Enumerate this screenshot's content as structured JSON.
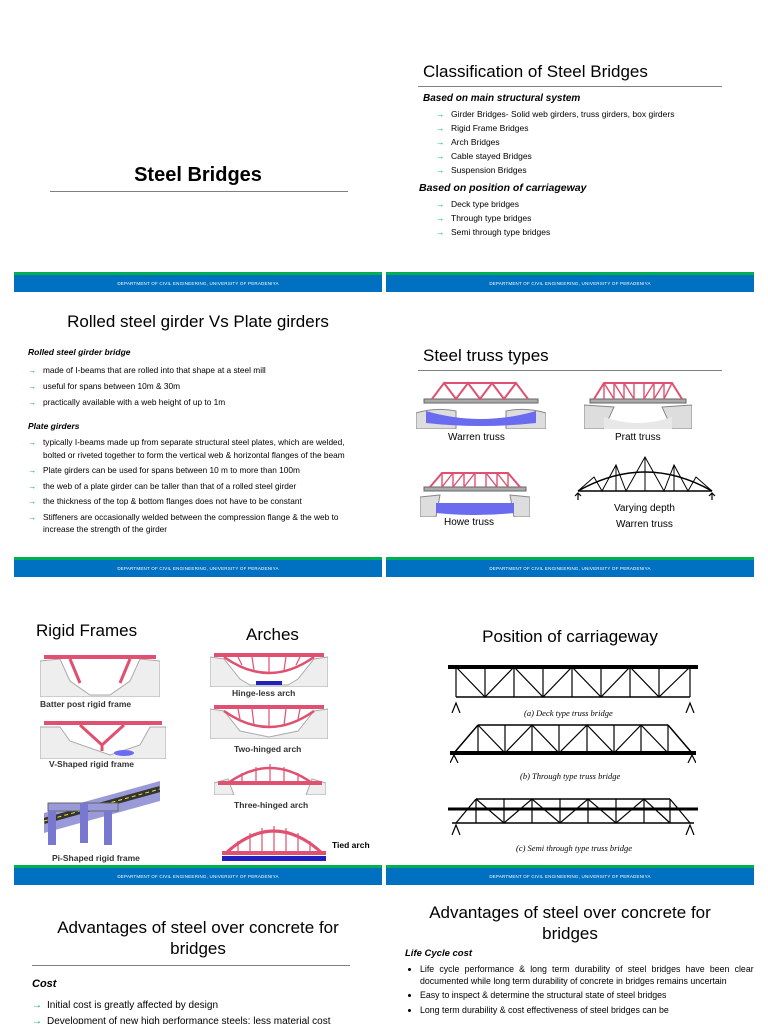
{
  "footer": "DEPARTMENT OF CIVIL ENGINEERING, UNIVERSITY OF PERADENIYA",
  "slide1": {
    "title": "Steel Bridges"
  },
  "slide2": {
    "title": "Classification of Steel Bridges",
    "sec1": "Based on main structural system",
    "items1": [
      "Girder Bridges- Solid web girders, truss girders, box girders",
      "Rigid Frame Bridges",
      "Arch Bridges",
      "Cable stayed Bridges",
      "Suspension Bridges"
    ],
    "sec2": "Based on position of carriageway",
    "items2": [
      "Deck type bridges",
      "Through type bridges",
      "Semi through type bridges"
    ]
  },
  "slide3": {
    "title": "Rolled steel girder Vs Plate girders",
    "sec1": "Rolled steel girder bridge",
    "items1": [
      "made of I-beams that are rolled into that shape at a steel mill",
      "useful for spans between 10m & 30m",
      "practically available with a web height of up to 1m"
    ],
    "sec2": "Plate girders",
    "items2": [
      "typically I-beams made up from separate structural steel plates, which are welded, bolted or riveted together to form the vertical web & horizontal flanges of the beam",
      "Plate girders can be used for spans between 10 m to more than 100m",
      "the web of a plate girder can be taller than that of a rolled steel girder",
      "the thickness of the top & bottom flanges does not have to be constant",
      "Stiffeners are occasionally welded between the compression flange & the web to increase the strength of the girder"
    ]
  },
  "slide4": {
    "title": "Steel truss types",
    "warren": "Warren truss",
    "pratt": "Pratt truss",
    "howe": "Howe truss",
    "varying1": "Varying depth",
    "varying2": "Warren truss"
  },
  "slide5": {
    "title_rigid": "Rigid Frames",
    "title_arches": "Arches",
    "batter": "Batter post rigid frame",
    "vshape": "V-Shaped rigid frame",
    "pishape": "Pi-Shaped rigid frame",
    "hingeless": "Hinge-less arch",
    "twohinged": "Two-hinged arch",
    "threehinged": "Three-hinged arch",
    "tied": "Tied arch"
  },
  "slide6": {
    "title": "Position of carriageway",
    "a": "(a) Deck type truss bridge",
    "b": "(b) Through type truss bridge",
    "c": "(c) Semi through type truss bridge"
  },
  "slide7": {
    "title1": "Advantages of steel over concrete for",
    "title2": "bridges",
    "sec": "Cost",
    "items": [
      "Initial cost is greatly affected by design",
      "Development of new high performance steels: less material cost"
    ]
  },
  "slide8": {
    "title1": "Advantages of steel over concrete for",
    "title2": "bridges",
    "sec": "Life Cycle cost",
    "items": [
      "Life cycle performance & long term durability of steel bridges have been clearly documented while long term durability of concrete in bridges remains uncertain",
      "Easy to inspect & determine the structural state of steel bridges",
      "Long term durability & cost effectiveness of steel bridges can be"
    ]
  },
  "colors": {
    "band": "#0070c0",
    "band_top": "#00b050",
    "bullet": "#00b050",
    "truss": "#e05070",
    "water": "#6b6bf0"
  }
}
